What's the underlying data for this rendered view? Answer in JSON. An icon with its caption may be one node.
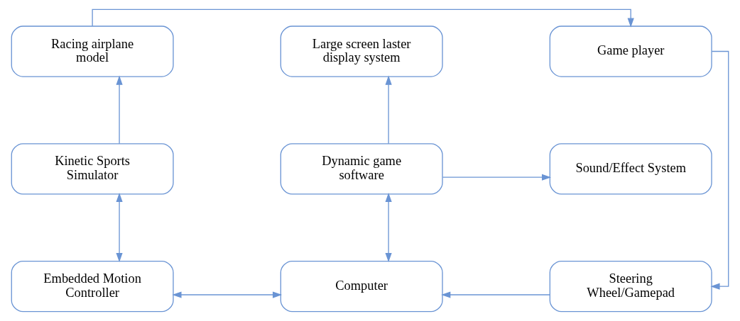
{
  "diagram": {
    "nodes": [
      {
        "text": [
          "Racing airplane model"
        ]
      },
      {
        "text": [
          "Large screen laster display system"
        ]
      },
      {
        "text": [
          "Game player"
        ]
      },
      {
        "text": [
          "Kinetic Sports Simulator"
        ]
      },
      {
        "text": [
          "Dynamic game software"
        ]
      },
      {
        "text": [
          "Sound/Effect System"
        ]
      },
      {
        "text": [
          "Embedded Motion Controller"
        ]
      },
      {
        "text": [
          "Computer"
        ]
      },
      {
        "text": [
          "Steering Wheel/Gamepad"
        ]
      }
    ],
    "edges": [
      {
        "from": 0,
        "to": 2,
        "arrow": "to"
      },
      {
        "from": 2,
        "to": 8,
        "arrow": "to"
      },
      {
        "from": 3,
        "to": 0,
        "arrow": "to"
      },
      {
        "from": 4,
        "to": 1,
        "arrow": "to"
      },
      {
        "from": 4,
        "to": 5,
        "arrow": "to"
      },
      {
        "from": 3,
        "to": 6,
        "arrow": "both"
      },
      {
        "from": 4,
        "to": 7,
        "arrow": "both"
      },
      {
        "from": 6,
        "to": 7,
        "arrow": "both"
      },
      {
        "from": 8,
        "to": 7,
        "arrow": "to"
      }
    ]
  }
}
